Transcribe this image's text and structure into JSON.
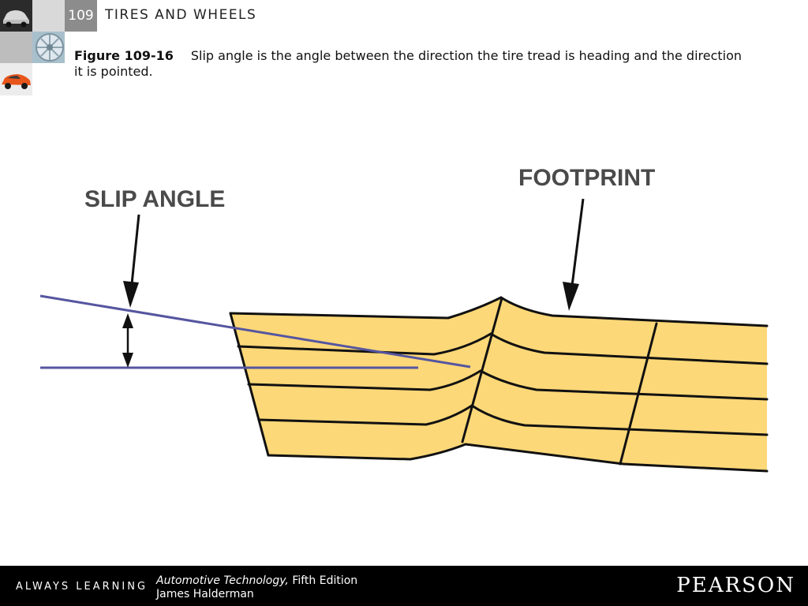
{
  "header": {
    "chapter_number": "109",
    "chapter_title": "TIRES AND WHEELS"
  },
  "caption": {
    "figure_label": "Figure 109-16",
    "text": "Slip angle is the angle between the direction the tire tread is heading and the direction it is pointed."
  },
  "diagram": {
    "label_slip_angle": "SLIP ANGLE",
    "label_footprint": "FOOTPRINT",
    "colors": {
      "tread": "#fdd878",
      "line": "#5555a0",
      "ink": "#111111"
    }
  },
  "footer": {
    "always_learning": "ALWAYS LEARNING",
    "book_title": "Automotive Technology,",
    "edition": " Fifth Edition",
    "author": "James Halderman",
    "publisher": "PEARSON"
  }
}
